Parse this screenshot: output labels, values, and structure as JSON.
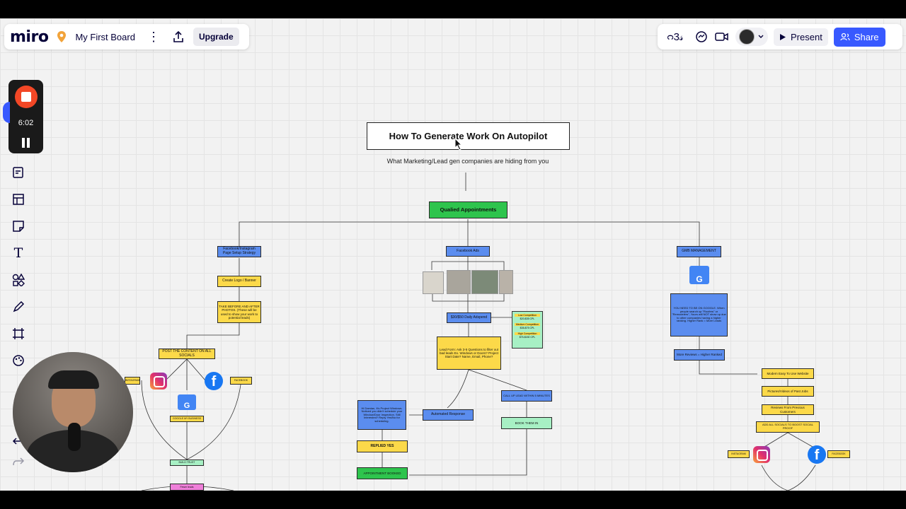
{
  "app": {
    "logo": "miro",
    "board_name": "My First Board",
    "upgrade_label": "Upgrade",
    "present_label": "Present",
    "share_label": "Share",
    "reactions_text": "ᴒ3𝓈"
  },
  "recorder": {
    "time": "6:02"
  },
  "board": {
    "title": "How To Generate Work On Autopilot",
    "subtitle": "What Marketing/Lead gen companies are hiding from you",
    "root": "Qualied Appointments",
    "left": {
      "facebook_setup": "Facebook/Instagram Page Setup Strategy",
      "logo": "Create Logo / Banner",
      "photos": "TAKE BEFORE AND AFTER PHOTOS. (These will be used to show your work to potential leads)",
      "post": "POST THE CONTENT ON ALL SOCIALS",
      "instagram_label": "INSTAGRAM",
      "facebook_label": "FACEBOOK",
      "google": "GOOGLE MY BUSINESS",
      "build_trust": "BUILD TRUST",
      "bottom": "Fewer leads"
    },
    "middle": {
      "facebook_ads": "Facebook Ads",
      "budget": "$30/$50 Daily Adspend",
      "lead_form": "Lead Form: Ask 3-5 Questions to filter out bad leads Ex. Windows or Doors? Project Start Date? Name, Email, Phone?",
      "legend_low": "Low Competition",
      "legend_low_price": "$20-$35 CPL",
      "legend_med": "Medium Competition",
      "legend_med_price": "$35-$75 CPL",
      "legend_high": "High Competition",
      "legend_high_price": "$75-$150 CPL",
      "auto_message": "Hi Damian, It's Project Windows. Noticed you didn't schedule your Window/Door Inspection. Still Interested? Reply Yes/No for scheduling.",
      "automated": "Automated Response",
      "call": "CALL UP LEAD WITHIN 5 MINUTES",
      "book": "BOOK THEM IN",
      "replied": "REPLIED YES",
      "booked": "APPOINTMENT BOOKED"
    },
    "right": {
      "gmb": "GMB MANAGEMENT",
      "google_text": "YOU NEED TO BE ON GOOGLE. When people search up \"Roofers\" or \"Remodelers\", Yours will NOT show up due to other companies having a higher ranking. Higher Rank = More Leads",
      "reviews": "More Reviews = Higher Ranked",
      "website": "Modern Easy To Use Website",
      "pictures": "Pictures/Videos of Past Jobs",
      "previous": "Reviews From Previous Customers",
      "socials": "ADD ALL SOCIALS TO BOOST SOCIAL PROOF",
      "instagram_label": "INSTAGRAM",
      "facebook_label": "FACEBOOK"
    }
  },
  "colors": {
    "accent": "#3859ff",
    "sticky_yellow": "#fcd949",
    "sticky_blue": "#5b8def",
    "sticky_green": "#2ec44d",
    "record_red": "#f24726"
  }
}
